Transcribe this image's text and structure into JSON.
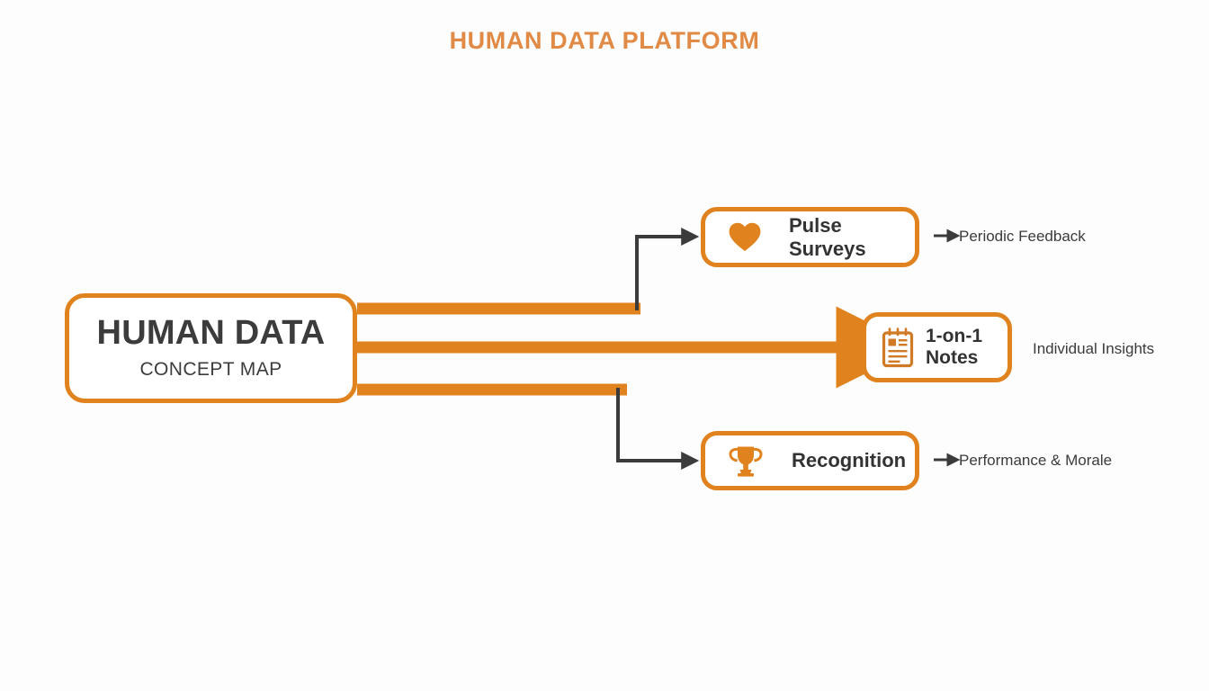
{
  "page": {
    "title": "HUMAN DATA PLATFORM",
    "background_color": "#fdfdfd",
    "accent_color": "#e0821e",
    "title_color": "#e08a45",
    "text_color": "#333333",
    "connector_color": "#3b3b3b"
  },
  "root": {
    "title": "HUMAN DATA",
    "subtitle": "CONCEPT MAP"
  },
  "branches": [
    {
      "id": "pulse",
      "icon": "heart-icon",
      "label": "Pulse Surveys",
      "outcome": "Periodic Feedback",
      "has_outcome_arrow": true,
      "connector_style": "elbow-up"
    },
    {
      "id": "notes",
      "icon": "notepad-icon",
      "label_line1": "1-on-1",
      "label_line2": "Notes",
      "outcome": "Individual Insights",
      "has_outcome_arrow": false,
      "connector_style": "straight-arrow"
    },
    {
      "id": "recognition",
      "icon": "trophy-icon",
      "label": "Recognition",
      "outcome": "Performance & Morale",
      "has_outcome_arrow": true,
      "connector_style": "elbow-down"
    }
  ]
}
